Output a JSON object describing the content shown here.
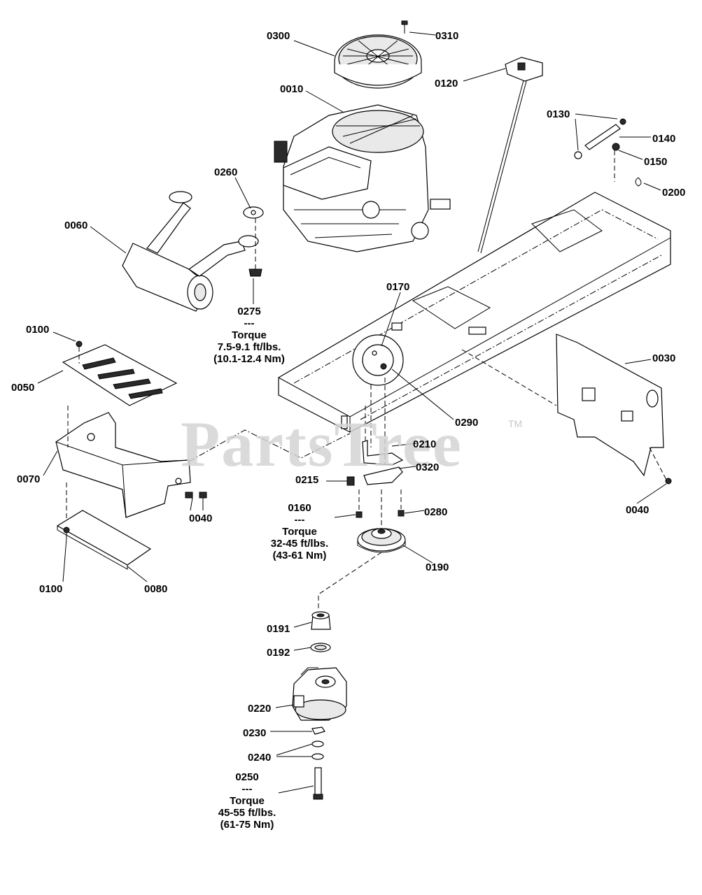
{
  "watermark": {
    "text": "PartsTree",
    "mark": "TM"
  },
  "parts": {
    "p0300": "0300",
    "p0310": "0310",
    "p0010": "0010",
    "p0120": "0120",
    "p0130": "0130",
    "p0140": "0140",
    "p0150": "0150",
    "p0200": "0200",
    "p0260": "0260",
    "p0060": "0060",
    "p0275": "0275",
    "p0275_sep": "---",
    "p0275_torque": "Torque",
    "p0275_v1": "7.5-9.1 ft/lbs.",
    "p0275_v2": "(10.1-12.4 Nm)",
    "p0100a": "0100",
    "p0050": "0050",
    "p0170": "0170",
    "p0030": "0030",
    "p0290": "0290",
    "p0210": "0210",
    "p0320": "0320",
    "p0070": "0070",
    "p0215": "0215",
    "p0040a": "0040",
    "p0040b": "0040",
    "p0160": "0160",
    "p0160_sep": "---",
    "p0160_torque": "Torque",
    "p0160_v1": "32-45 ft/lbs.",
    "p0160_v2": "(43-61 Nm)",
    "p0280": "0280",
    "p0190": "0190",
    "p0100b": "0100",
    "p0080": "0080",
    "p0191": "0191",
    "p0192": "0192",
    "p0220": "0220",
    "p0230": "0230",
    "p0240": "0240",
    "p0250": "0250",
    "p0250_sep": "---",
    "p0250_torque": "Torque",
    "p0250_v1": "45-55 ft/lbs.",
    "p0250_v2": "(61-75 Nm)"
  }
}
